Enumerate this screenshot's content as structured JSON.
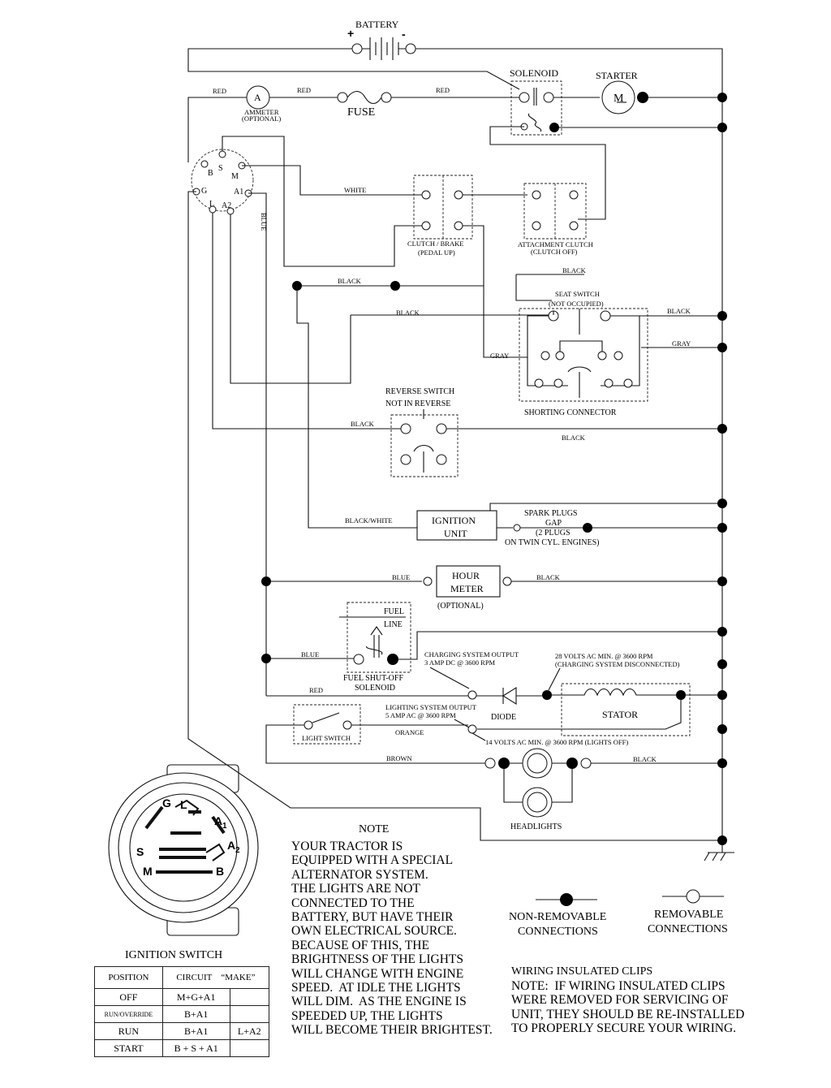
{
  "components": {
    "battery": "BATTERY",
    "battery_plus": "+",
    "battery_minus": "-",
    "solenoid": "SOLENOID",
    "starter": "STARTER",
    "starter_symbol": "M",
    "ammeter_symbol": "A",
    "ammeter": "AMMETER",
    "ammeter_note": "(OPTIONAL)",
    "fuse": "FUSE",
    "clutch_brake": "CLUTCH / BRAKE",
    "clutch_brake_note": "(PEDAL UP)",
    "attachment_clutch": "ATTACHMENT CLUTCH",
    "attachment_clutch_note": "(CLUTCH OFF)",
    "seat_switch": "SEAT SWITCH",
    "seat_switch_note": "(NOT OCCUPIED)",
    "shorting_connector": "SHORTING CONNECTOR",
    "reverse_switch": "REVERSE SWITCH",
    "reverse_switch_note": "NOT IN REVERSE",
    "ignition_unit_1": "IGNITION",
    "ignition_unit_2": "UNIT",
    "spark_plugs_1": "SPARK PLUGS",
    "spark_plugs_2": "GAP",
    "spark_plugs_3": "(2 PLUGS",
    "spark_plugs_4": "ON TWIN CYL. ENGINES)",
    "hour_meter_1": "HOUR",
    "hour_meter_2": "METER",
    "hour_meter_note": "(OPTIONAL)",
    "fuel_1": "FUEL",
    "fuel_2": "LINE",
    "fuel_solenoid_1": "FUEL SHUT-OFF",
    "fuel_solenoid_2": "SOLENOID",
    "charging_1": "CHARGING SYSTEM OUTPUT",
    "charging_2": "3 AMP DC @ 3600 RPM",
    "volts28_1": "28 VOLTS AC MIN. @ 3600 RPM",
    "volts28_2": "(CHARGING SYSTEM DISCONNECTED)",
    "lighting_1": "LIGHTING SYSTEM OUTPUT",
    "lighting_2": "5 AMP AC @ 3600 RPM",
    "diode": "DIODE",
    "stator": "STATOR",
    "volts14": "14 VOLTS AC MIN. @ 3600 RPM (LIGHTS OFF)",
    "light_switch": "LIGHT SWITCH",
    "headlights": "HEADLIGHTS"
  },
  "wire_labels": {
    "red": "RED",
    "white": "WHITE",
    "blue": "BLUE",
    "black": "BLACK",
    "gray": "GRAY",
    "black_white": "BLACK/WHITE",
    "orange": "ORANGE",
    "brown": "BROWN"
  },
  "ignition_switch": {
    "title": "IGNITION SWITCH",
    "terminals": {
      "G": "G",
      "L": "L",
      "A1": "A",
      "A1_sub": "1",
      "A2": "A",
      "A2_sub": "2",
      "S": "S",
      "M": "M",
      "B": "B"
    },
    "plug_terminals": {
      "B": "B",
      "S": "S",
      "M": "M",
      "G": "G",
      "A1": "A1",
      "L": "L",
      "A2": "A2"
    },
    "table": {
      "headers": [
        "POSITION",
        "CIRCUIT",
        "“MAKE”"
      ],
      "rows": [
        {
          "position": "OFF",
          "circuit": "M+G+A1",
          "make": ""
        },
        {
          "position": "RUN/OVERRIDE",
          "circuit": "B+A1",
          "make": ""
        },
        {
          "position": "RUN",
          "circuit": "B+A1",
          "make": "L+A2"
        },
        {
          "position": "START",
          "circuit": "B + S + A1",
          "make": ""
        }
      ]
    }
  },
  "note": {
    "title": "NOTE",
    "body": "YOUR TRACTOR IS\nEQUIPPED WITH A SPECIAL\nALTERNATOR SYSTEM.\nTHE LIGHTS ARE NOT\nCONNECTED TO THE\nBATTERY, BUT HAVE THEIR\nOWN ELECTRICAL SOURCE.\nBECAUSE OF THIS, THE\nBRIGHTNESS OF THE LIGHTS\nWILL CHANGE WITH ENGINE\nSPEED.  AT IDLE THE LIGHTS\nWILL DIM.  AS THE ENGINE IS\nSPEEDED UP, THE LIGHTS\nWILL BECOME THEIR BRIGHTEST."
  },
  "legend": {
    "non_removable_1": "NON-REMOVABLE",
    "non_removable_2": "CONNECTIONS",
    "removable_1": "REMOVABLE",
    "removable_2": "CONNECTIONS"
  },
  "clips": {
    "title": "WIRING INSULATED CLIPS",
    "body": "NOTE:  IF WIRING INSULATED CLIPS\nWERE REMOVED FOR SERVICING OF\nUNIT, THEY SHOULD BE RE-INSTALLED\nTO PROPERLY SECURE YOUR WIRING."
  }
}
